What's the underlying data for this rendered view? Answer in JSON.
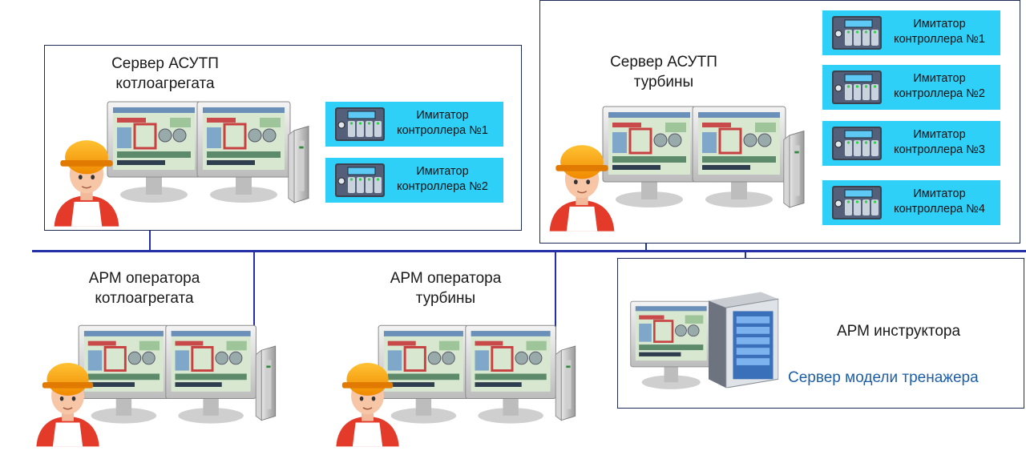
{
  "boiler_server": {
    "title_line1": "Сервер АСУТП",
    "title_line2": "котлоагрегата",
    "simulators": [
      {
        "line1": "Имитатор",
        "line2": "контроллера №1"
      },
      {
        "line1": "Имитатор",
        "line2": "контроллера №2"
      }
    ]
  },
  "turbine_server": {
    "title_line1": "Сервер АСУТП",
    "title_line2": "турбины",
    "simulators": [
      {
        "line1": "Имитатор",
        "line2": "контроллера №1"
      },
      {
        "line1": "Имитатор",
        "line2": "контроллера №2"
      },
      {
        "line1": "Имитатор",
        "line2": "контроллера №3"
      },
      {
        "line1": "Имитатор",
        "line2": "контроллера №4"
      }
    ]
  },
  "boiler_operator": {
    "title_line1": "АРМ оператора",
    "title_line2": "котлоагрегата"
  },
  "turbine_operator": {
    "title_line1": "АРМ оператора",
    "title_line2": "турбины"
  },
  "instructor": {
    "title": "АРМ инструктора",
    "model_server": "Сервер модели тренажера"
  },
  "colors": {
    "bus": "#2430a6",
    "frame": "#1f2a56",
    "simulator_bg": "#2fd0f8",
    "model_server_text": "#1e5fa8"
  }
}
